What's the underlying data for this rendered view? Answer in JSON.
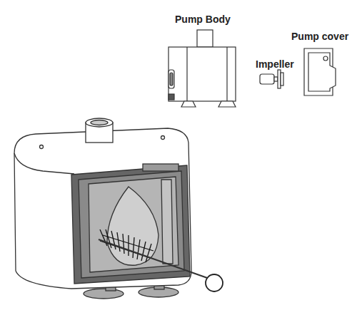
{
  "diagram": {
    "labels": [
      "Pump Body",
      "Impeller",
      "Pump cover"
    ]
  }
}
